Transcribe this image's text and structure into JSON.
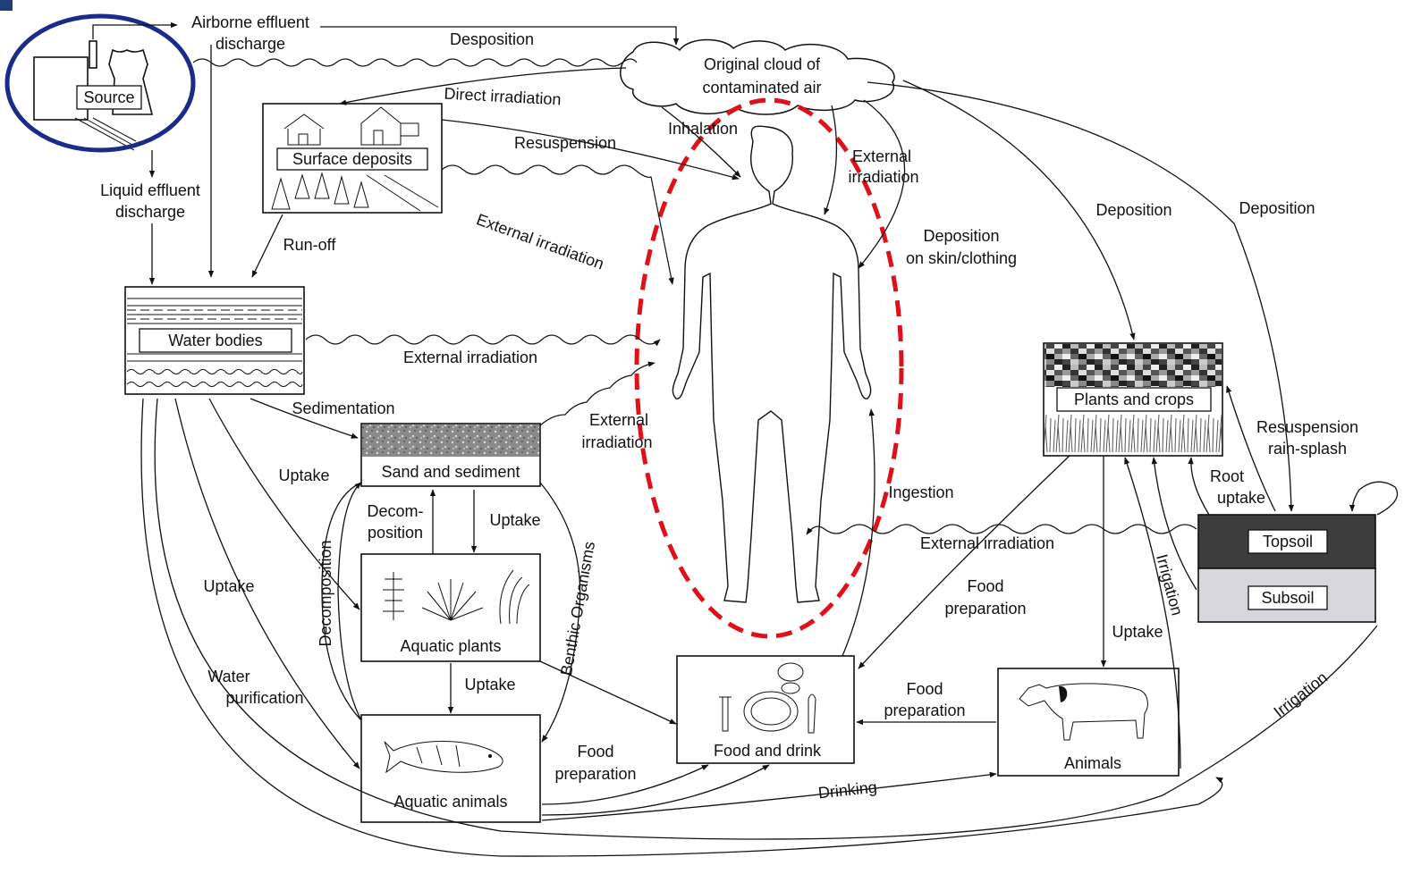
{
  "colors": {
    "source_highlight": "#1a2b8c",
    "human_highlight": "#e0101a",
    "line": "#111111",
    "topsoil_fill": "#3d3d3d",
    "subsoil_fill": "#d6d6dc"
  },
  "nodes": {
    "source": "Source",
    "cloud_line1": "Original cloud of",
    "cloud_line2": "contaminated air",
    "surface_deposits": "Surface deposits",
    "water_bodies": "Water bodies",
    "sand_sediment": "Sand and sediment",
    "aquatic_plants": "Aquatic plants",
    "aquatic_animals": "Aquatic animals",
    "food_drink": "Food and drink",
    "plants_crops": "Plants and crops",
    "animals": "Animals",
    "topsoil": "Topsoil",
    "subsoil": "Subsoil"
  },
  "edges": {
    "airborne1": "Airborne effluent",
    "airborne2": "discharge",
    "desposition": "Desposition",
    "direct_irradiation": "Direct irradiation",
    "inhalation": "Inhalation",
    "resuspension": "Resuspension",
    "ext_irr_cloud1": "External",
    "ext_irr_cloud2": "irradiation",
    "liquid1": "Liquid effluent",
    "liquid2": "discharge",
    "external_irradiation_surface": "External irradiation",
    "run_off": "Run-off",
    "deposition_skin1": "Deposition",
    "deposition_skin2": "on skin/clothing",
    "deposition_plants": "Deposition",
    "deposition_soil": "Deposition",
    "external_irradiation_water": "External irradiation",
    "sedimentation": "Sedimentation",
    "ext_irr_sed1": "External",
    "ext_irr_sed2": "irradiation",
    "uptake_sed": "Uptake",
    "decom1": "Decom-",
    "decom2": "position",
    "uptake_plants_from_sed": "Uptake",
    "decomposition_vertical": "Decomposition",
    "benthic": "Benthic Organisms",
    "uptake_water_left": "Uptake",
    "water_purif1": "Water",
    "water_purif2": "purification",
    "uptake_aq": "Uptake",
    "food_prep_aq1": "Food",
    "food_prep_aq2": "preparation",
    "ingestion": "Ingestion",
    "external_irradiation_soil": "External irradiation",
    "food_prep_crops1": "Food",
    "food_prep_crops2": "preparation",
    "food_prep_animals1": "Food",
    "food_prep_animals2": "preparation",
    "uptake_animals": "Uptake",
    "irrigation_vertical": "Irrigation",
    "irrigation_bottom": "Irrigation",
    "drinking": "Drinking",
    "resusp_rain1": "Resuspension",
    "resusp_rain2": "rain-splash",
    "root_uptake1": "Root",
    "root_uptake2": "uptake"
  }
}
